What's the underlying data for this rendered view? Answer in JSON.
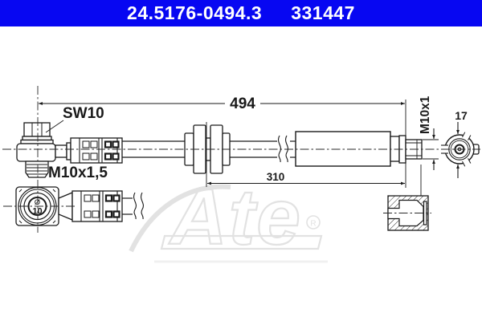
{
  "header": {
    "catalog_number": "24.5176-0494.3",
    "reference_number": "331447",
    "bg_color": "#0707f2",
    "text_color": "#ffffff"
  },
  "diagram": {
    "labels": {
      "wrench_size": "SW10",
      "left_thread": "M10x1,5",
      "total_length": "494",
      "partial_length": "310",
      "right_thread": "M10x1",
      "hex_flats": "17",
      "bore_diameter_symbol": "Ø",
      "bore_diameter_value": "10"
    },
    "watermark": {
      "brand": "Ate",
      "registered": "®"
    },
    "line_color": "#1a1a1a",
    "watermark_color": "#e2e2e2"
  }
}
